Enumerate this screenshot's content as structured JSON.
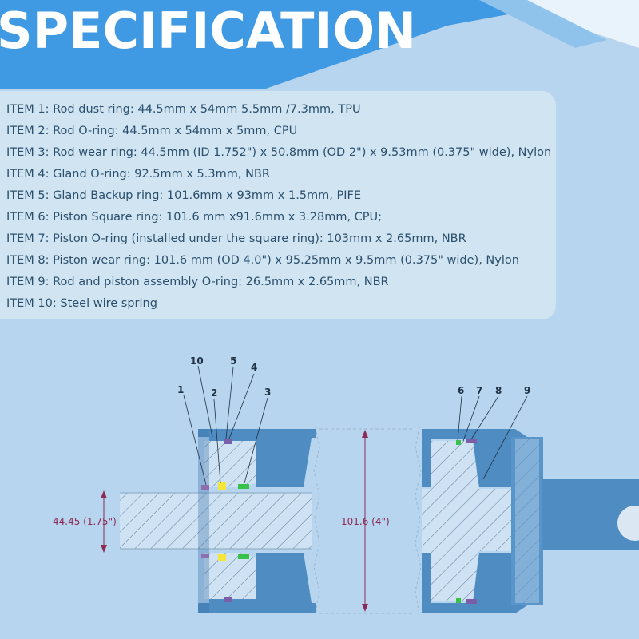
{
  "header": {
    "title": "SPECIFICATION"
  },
  "spec": {
    "items": [
      "ITEM 1: Rod dust ring: 44.5mm x 54mm 5.5mm /7.3mm, TPU",
      "ITEM 2: Rod O-ring: 44.5mm x 54mm x 5mm, CPU",
      "ITEM 3: Rod wear ring: 44.5mm (ID 1.752\") x 50.8mm (OD 2\") x 9.53mm (0.375\" wide), Nylon",
      "ITEM 4: Gland O-ring: 92.5mm x 5.3mm, NBR",
      "ITEM 5: Gland Backup ring: 101.6mm x 93mm x 1.5mm, PIFE",
      "ITEM 6: Piston Square ring: 101.6 mm x91.6mm x 3.28mm, CPU;",
      "ITEM 7: Piston O-ring (installed under the square ring): 103mm x 2.65mm, NBR",
      "ITEM 8: Piston wear ring: 101.6 mm (OD 4.0\") x 95.25mm x 9.5mm (0.375\" wide), Nylon",
      "ITEM 9: Rod and piston assembly O-ring: 26.5mm x 2.65mm, NBR",
      "ITEM 10: Steel wire spring"
    ]
  },
  "diagram": {
    "callouts": {
      "c1": "1",
      "c2": "2",
      "c3": "3",
      "c4": "4",
      "c5": "5",
      "c6": "6",
      "c7": "7",
      "c8": "8",
      "c9": "9",
      "c10": "10"
    },
    "rod_diameter_label": "44.45 (1.75\")",
    "bore_diameter_label": "101.6 (4\")"
  },
  "colors": {
    "background": "#b7d5ee",
    "header_band": "#3f9ae3",
    "steel": "#4f8cc2",
    "steel_dark": "#3a74a8",
    "section_fill": "#cfe2f3",
    "dimension": "#8c2b55"
  }
}
